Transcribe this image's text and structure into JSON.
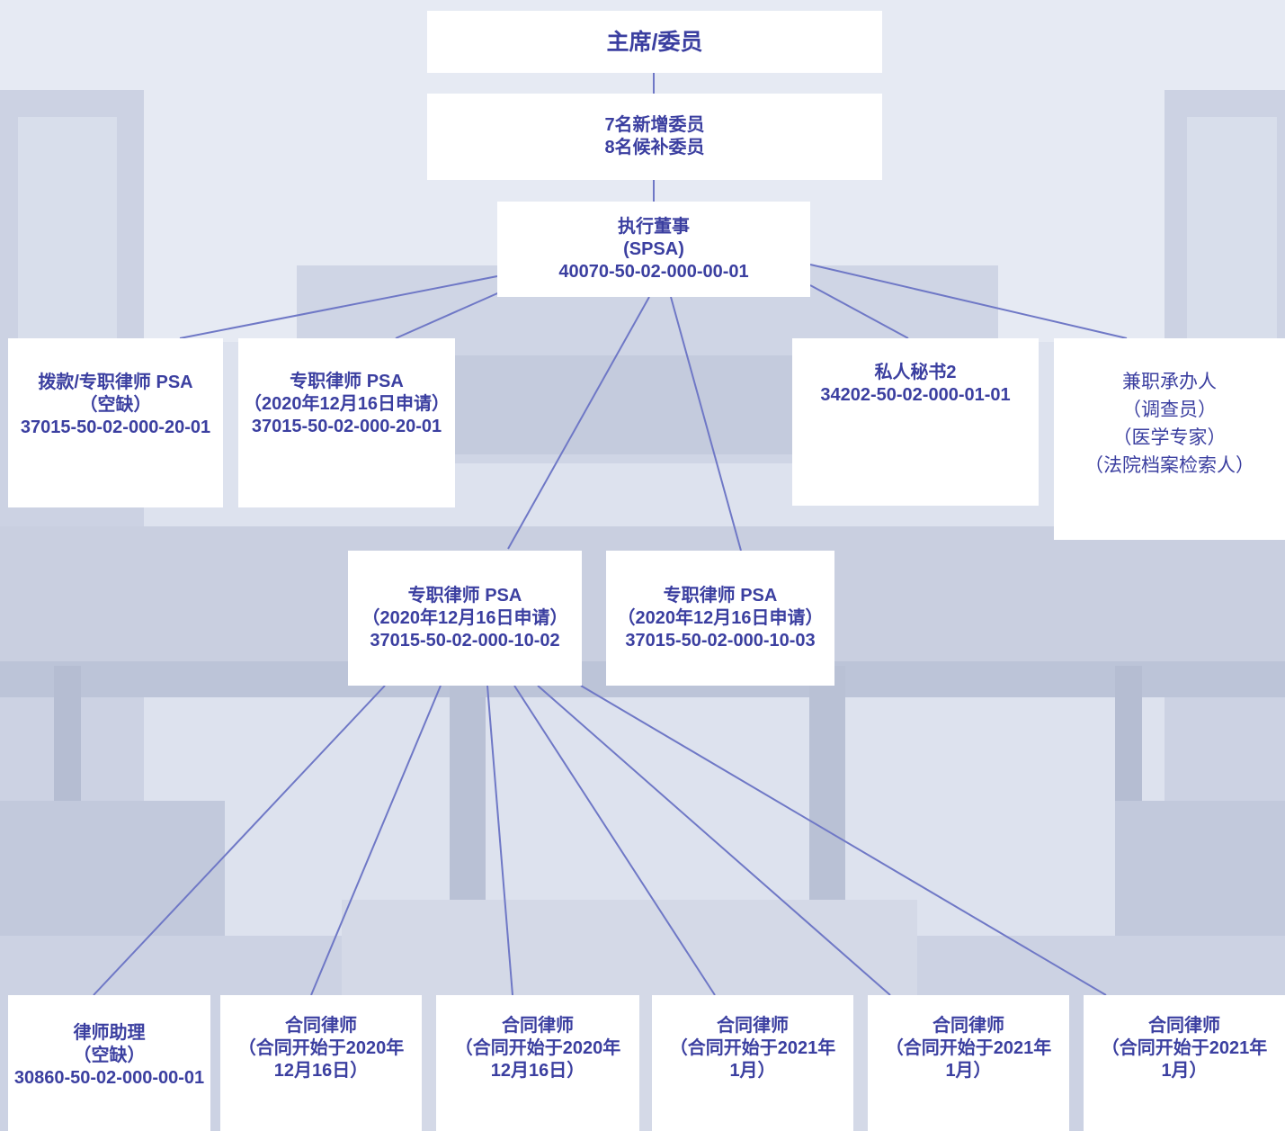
{
  "colors": {
    "text": "#3b3fa0",
    "connector": "#6f78c6",
    "box": "#ffffff",
    "background": "#d3d9e8"
  },
  "nodes": {
    "chair": {
      "lines": [
        "主席/委员"
      ]
    },
    "members": {
      "lines": [
        "7名新增委员",
        "8名候补委员"
      ]
    },
    "exec": {
      "lines": [
        "执行董事",
        "(SPSA)",
        "40070-50-02-000-00-01"
      ]
    },
    "grant_attorney": {
      "lines": [
        "拨款/专职律师 PSA",
        "（空缺）",
        "37015-50-02-000-20-01"
      ]
    },
    "psa_2001": {
      "lines": [
        "专职律师 PSA",
        "（2020年12月16日申请）",
        "37015-50-02-000-20-01"
      ]
    },
    "secretary": {
      "lines": [
        "私人秘书2",
        "34202-50-02-000-01-01"
      ]
    },
    "contractor": {
      "lines": [
        "兼职承办人",
        "（调查员）",
        "（医学专家）",
        "（法院档案检索人）"
      ]
    },
    "psa_1002": {
      "lines": [
        "专职律师 PSA",
        "（2020年12月16日申请）",
        "37015-50-02-000-10-02"
      ]
    },
    "psa_1003": {
      "lines": [
        "专职律师 PSA",
        "（2020年12月16日申请）",
        "37015-50-02-000-10-03"
      ]
    },
    "paralegal": {
      "lines": [
        "律师助理",
        "（空缺）",
        "30860-50-02-000-00-01"
      ]
    },
    "contract_1": {
      "lines": [
        "合同律师",
        "（合同开始于2020年",
        "12月16日）"
      ]
    },
    "contract_2": {
      "lines": [
        "合同律师",
        "（合同开始于2020年",
        "12月16日）"
      ]
    },
    "contract_3": {
      "lines": [
        "合同律师",
        "（合同开始于2021年",
        "1月）"
      ]
    },
    "contract_4": {
      "lines": [
        "合同律师",
        "（合同开始于2021年",
        "1月）"
      ]
    },
    "contract_5": {
      "lines": [
        "合同律师",
        "（合同开始于2021年",
        "1月）"
      ]
    }
  }
}
